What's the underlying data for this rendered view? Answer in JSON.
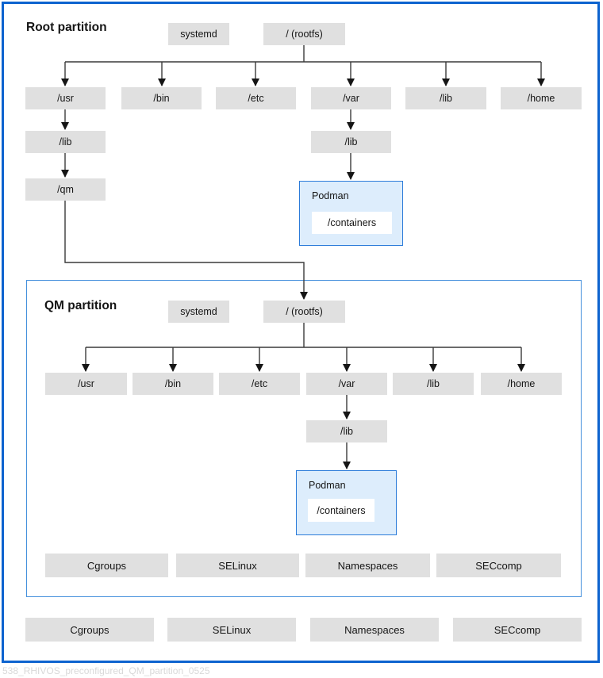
{
  "root_partition": {
    "title": "Root partition",
    "systemd": "systemd",
    "rootfs": "/ (rootfs)",
    "children": [
      "/usr",
      "/bin",
      "/etc",
      "/var",
      "/lib",
      "/home"
    ],
    "usr_chain": [
      "/lib",
      "/qm"
    ],
    "var_chain": [
      "/lib"
    ],
    "podman": {
      "label": "Podman",
      "inner": "/containers"
    }
  },
  "qm_partition": {
    "title": "QM partition",
    "systemd": "systemd",
    "rootfs": "/ (rootfs)",
    "children": [
      "/usr",
      "/bin",
      "/etc",
      "/var",
      "/lib",
      "/home"
    ],
    "var_chain": [
      "/lib"
    ],
    "podman": {
      "label": "Podman",
      "inner": "/containers"
    },
    "security": [
      "Cgroups",
      "SELinux",
      "Namespaces",
      "SECcomp"
    ]
  },
  "host_security": [
    "Cgroups",
    "SELinux",
    "Namespaces",
    "SECcomp"
  ],
  "caption": "538_RHIVOS_preconfigured_QM_partition_0525",
  "colors": {
    "frame_blue": "#0d63cf",
    "qm_border_blue": "#4590dc",
    "podman_fill": "#ddedfc",
    "podman_border": "#2b7bd9",
    "node_gray": "#e0e0e0",
    "text": "#151515",
    "line": "#3a3a3a",
    "caption_gray": "#d9d9d9"
  }
}
